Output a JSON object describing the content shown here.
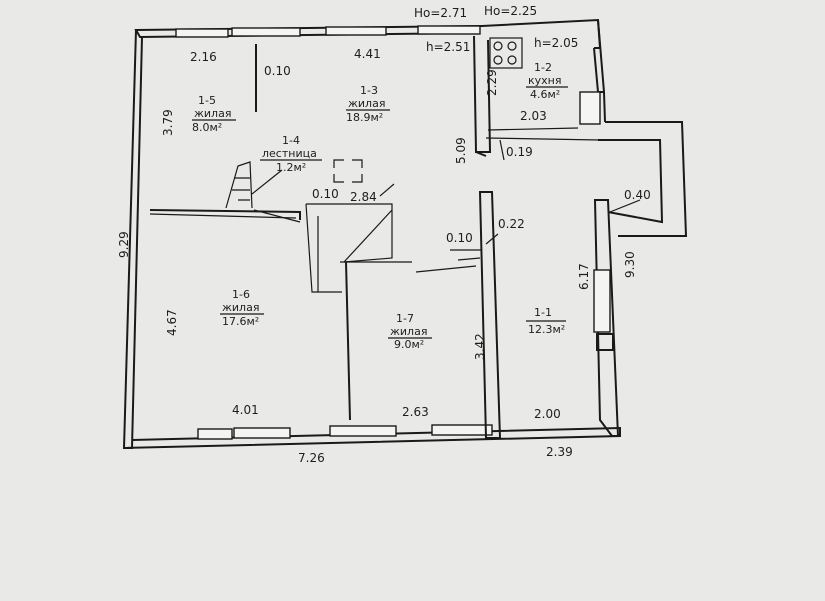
{
  "top_marks": {
    "ho_left": "Ho=2.71",
    "ho_right": "Ho=2.25",
    "h_room13": "h=2.51",
    "h_kitchen": "h=2.05"
  },
  "rooms": [
    {
      "id": "1-5",
      "name": "жилая",
      "area": "8.0м²"
    },
    {
      "id": "1-3",
      "name": "жилая",
      "area": "18.9м²"
    },
    {
      "id": "1-4",
      "name": "лестница",
      "area": "1.2м²"
    },
    {
      "id": "1-2",
      "name": "кухня",
      "area": "4.6м²"
    },
    {
      "id": "1-6",
      "name": "жилая",
      "area": "17.6м²"
    },
    {
      "id": "1-7",
      "name": "жилая",
      "area": "9.0м²"
    },
    {
      "id": "1-1",
      "name": "",
      "area": "12.3м²"
    }
  ],
  "dimensions": {
    "d216": "2.16",
    "d441": "4.41",
    "d010a": "0.10",
    "d379": "3.79",
    "d229": "2.29",
    "d203": "2.03",
    "d509": "5.09",
    "d019": "0.19",
    "d010b": "0.10",
    "d284": "2.84",
    "d040": "0.40",
    "d929": "9.29",
    "d010c": "0.10",
    "d022": "0.22",
    "d617": "6.17",
    "d930": "9.30",
    "d467": "4.67",
    "d342": "3.42",
    "d401": "4.01",
    "d263": "2.63",
    "d200": "2.00",
    "d726": "7.26",
    "d239": "2.39"
  }
}
